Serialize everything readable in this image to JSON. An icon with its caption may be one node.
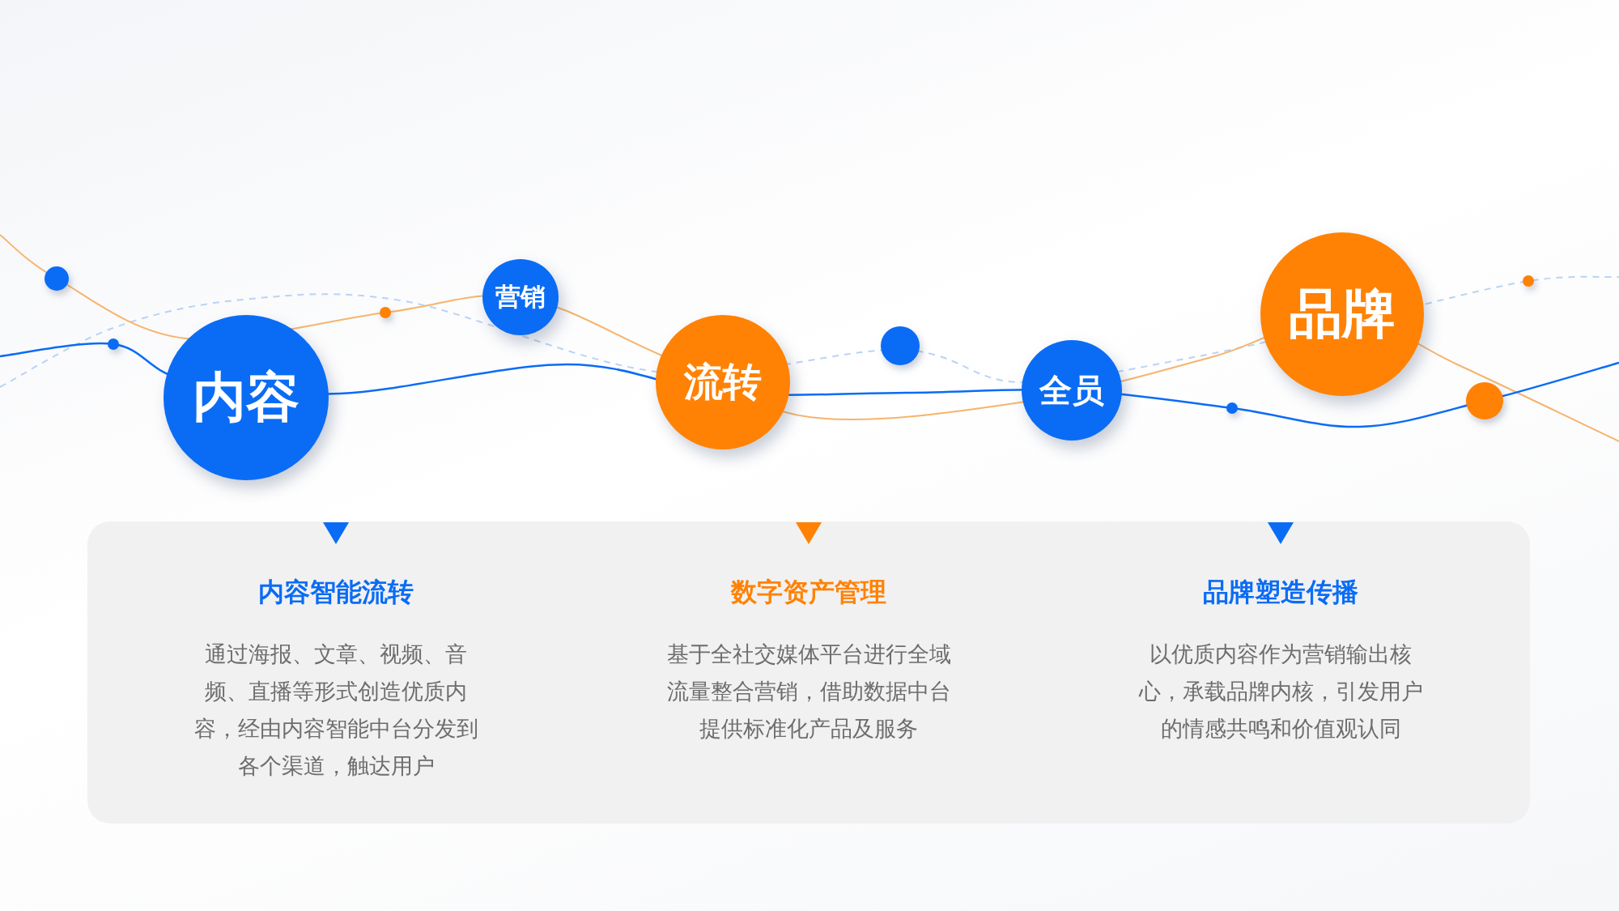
{
  "diagram": {
    "nodes": [
      {
        "text": [
          "内容"
        ]
      },
      {
        "text": [
          "营销"
        ]
      },
      {
        "text": [
          "流转"
        ]
      },
      {
        "text": [
          "全员"
        ]
      },
      {
        "text": [
          "品牌"
        ]
      }
    ],
    "edges": [],
    "labels": [
      "内容智能流转",
      "通过海报、文章、视频、音频、直播等形式创造优质内容，经由内容智能中台分发到各个渠道，触达用户",
      "数字资产管理",
      "基于全社交媒体平台进行全域流量整合营销，借助数据中台提供标准化产品及服务",
      "品牌塑造传播",
      "以优质内容作为营销输出核心，承载品牌内核，引发用户的情感共鸣和价值观认同"
    ]
  }
}
